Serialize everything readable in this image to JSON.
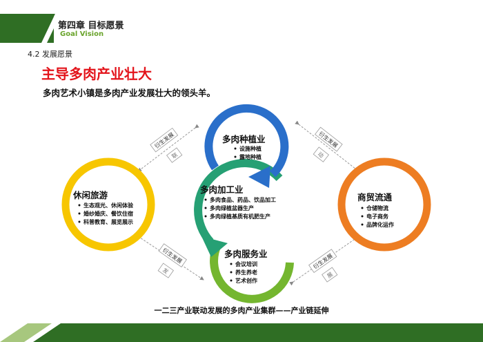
{
  "header": {
    "title": "第四章 目标愿景",
    "subtitle": "Goal  Vision"
  },
  "section": {
    "label": "4.2  发展愿景"
  },
  "heading": "主导多肉产业壮大",
  "subtitle": "多肉艺术小镇是多肉产业发展壮大的领头羊。",
  "circles": {
    "planting": {
      "title": "多肉种植业",
      "items": [
        "设施种植",
        "露地种植"
      ],
      "color": "#2a6fca"
    },
    "processing": {
      "title": "多肉加工业",
      "items": [
        "多肉食品、药品、饮品加工",
        "多肉绿植盆器生产",
        "多肉绿植基质有机肥生产"
      ],
      "color": "#26a074"
    },
    "service": {
      "title": "多肉服务业",
      "items": [
        "会议培训",
        "养生养老",
        "艺术创作"
      ],
      "color": "#74b62f"
    },
    "tourism": {
      "title": "休闲旅游",
      "items": [
        "生态观光、休闲体验",
        "婚纱婚庆、餐饮住宿",
        "科普教育、展览展示"
      ],
      "color": "#f7c600"
    },
    "trade": {
      "title": "商贸流通",
      "items": [
        "仓储物流",
        "电子商务",
        "品牌化运作"
      ],
      "color": "#ed7d22"
    }
  },
  "connectors": {
    "top_left": {
      "label": "衍生发展",
      "char": "联"
    },
    "top_right": {
      "label": "衍生发展",
      "char": "动"
    },
    "bottom_left": {
      "label": "衍生发展",
      "char": "发"
    },
    "bottom_right": {
      "label": "衍生发展",
      "char": "展"
    }
  },
  "caption": "一二三产业联动发展的多肉产业集群——产业链延伸"
}
